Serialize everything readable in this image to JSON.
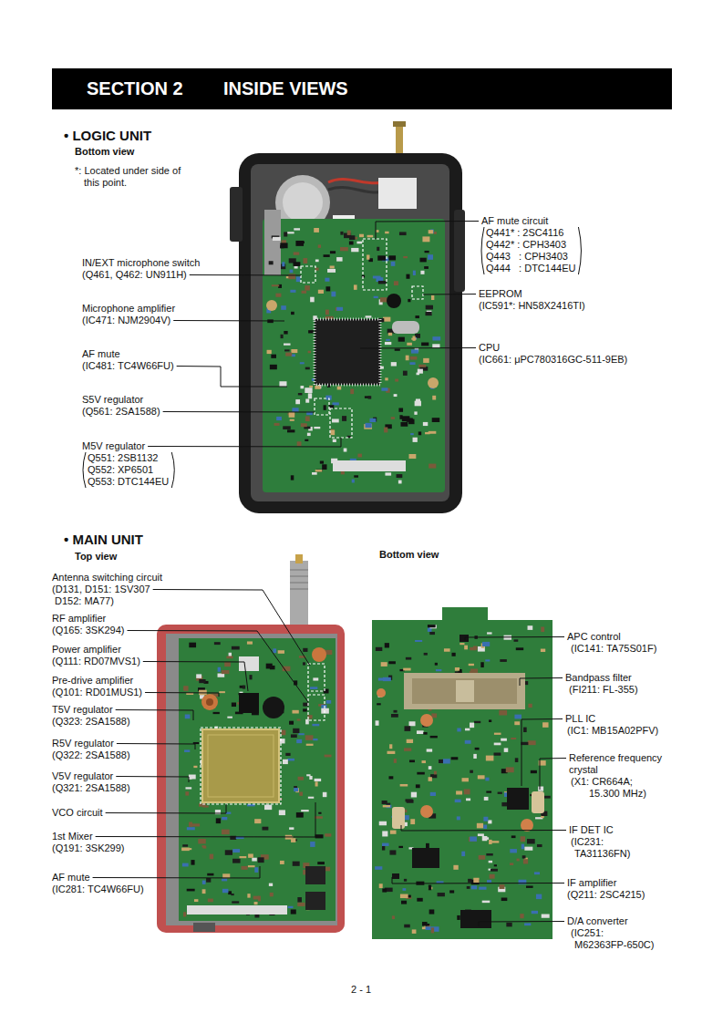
{
  "diagram": {
    "nodes": [
      {
        "text": [
          "SECTION 2",
          "INSIDE VIEWS"
        ]
      }
    ],
    "labels": [
      "• LOGIC UNIT",
      "Bottom view",
      "*: Located under side of",
      "this point.",
      "IN/EXT microphone switch",
      "(Q461, Q462: UN911H)",
      "Microphone amplifier",
      "(IC471: NJM2904V)",
      "AF mute",
      "(IC481: TC4W66FU)",
      "S5V regulator",
      "(Q561: 2SA1588)",
      "M5V regulator",
      "Q551: 2SB1132",
      "Q552: XP6501",
      "Q553: DTC144EU",
      "AF mute circuit",
      "Q441* : 2SC4116",
      "Q442* : CPH3403",
      "Q443   : CPH3403",
      "Q444   : DTC144EU",
      "EEPROM",
      "(IC591*: HN58X2416TI)",
      "CPU",
      "(IC661: μPC780316GC-511-9EB)",
      "• MAIN UNIT",
      "Top view",
      "Bottom view",
      "Antenna switching circuit",
      "(D131, D151: 1SV307",
      "D152: MA77)",
      "RF amplifier",
      "(Q165: 3SK294)",
      "Power amplifier",
      "(Q111: RD07MVS1)",
      "Pre-drive amplifier",
      "(Q101: RD01MUS1)",
      "T5V regulator",
      "(Q323: 2SA1588)",
      "R5V regulator",
      "(Q322: 2SA1588)",
      "V5V regulator",
      "(Q321: 2SA1588)",
      "VCO circuit",
      "1st Mixer",
      "(Q191: 3SK299)",
      "AF mute",
      "(IC281: TC4W66FU)",
      "APC control",
      "(IC141: TA75S01F)",
      "Bandpass filter",
      "(FI211: FL-355)",
      "PLL IC",
      "(IC1: MB15A02PFV)",
      "Reference frequency",
      "crystal",
      "(X1: CR664A;",
      "15.300 MHz)",
      "IF DET IC",
      "(IC231:",
      "TA31136FN)",
      "IF amplifier",
      "(Q211: 2SC4215)",
      "D/A converter",
      "(IC251:",
      "M62363FP-650C)",
      "2 - 1"
    ]
  }
}
